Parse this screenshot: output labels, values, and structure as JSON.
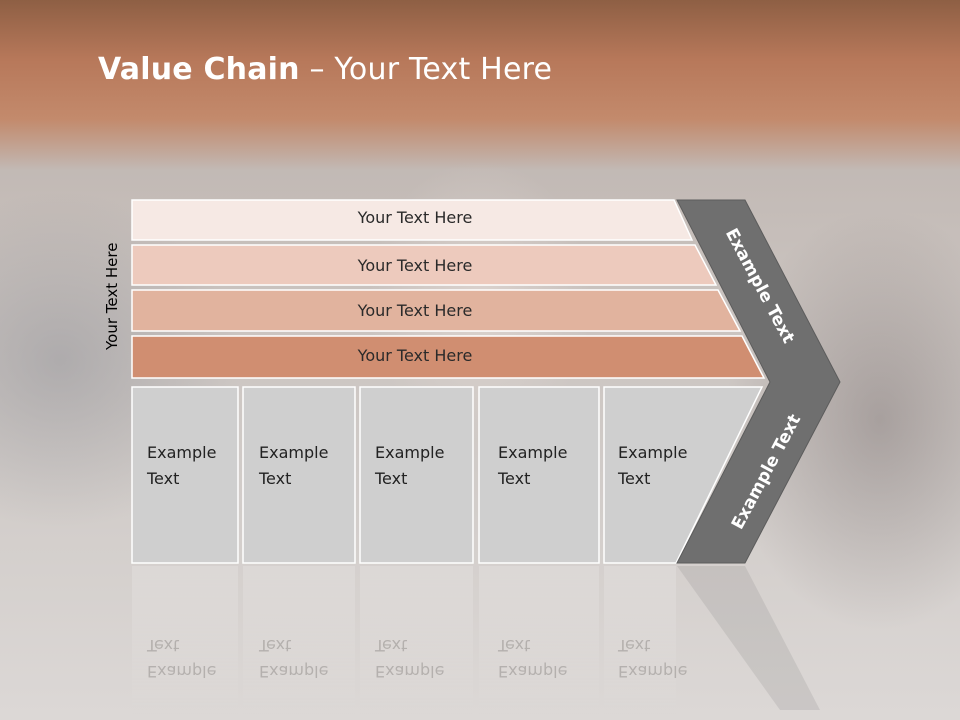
{
  "slide": {
    "title_bold": "Value Chain",
    "title_rest": " – Your Text Here",
    "vertical_label": "Your Text Here",
    "bars": [
      {
        "label": "Your Text Here"
      },
      {
        "label": "Your Text Here"
      },
      {
        "label": "Your Text Here"
      },
      {
        "label": "Your Text Here"
      }
    ],
    "boxes": [
      {
        "line1": "Example",
        "line2": "Text"
      },
      {
        "line1": "Example",
        "line2": "Text"
      },
      {
        "line1": "Example",
        "line2": "Text"
      },
      {
        "line1": "Example",
        "line2": "Text"
      },
      {
        "line1": "Example",
        "line2": "Text"
      }
    ],
    "chevron_upper_label": "Example Text",
    "chevron_lower_label": "Example Text",
    "colors": {
      "header": "#b7785a",
      "bar1": "#f6e9e4",
      "bar2": "#edcabd",
      "bar3": "#e1b39e",
      "bar4": "#d08e71",
      "box": "#cfcfcf",
      "chevron": "#6f6f6f"
    }
  }
}
